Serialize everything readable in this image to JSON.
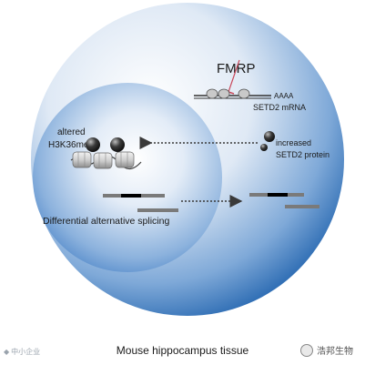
{
  "figure": {
    "caption": "Mouse hippocampus tissue",
    "regulator": "FMRP",
    "mrna": {
      "polyA": "AAAA",
      "label": "SETD2 mRNA"
    },
    "protein": {
      "line1": "increased",
      "line2": "SETD2 protein"
    },
    "nucleus": {
      "marks_line1": "altered",
      "marks_line2": "H3K36me3",
      "splicing_label": "Differential alternative splicing"
    }
  },
  "watermarks": {
    "left": "中小企业",
    "right": "浩邦生物"
  },
  "colors": {
    "cell_center": "#ffffff",
    "cell_edge": "#2e6db4",
    "nucleus_center": "#ffffff",
    "nucleus_edge": "#3f7cc4",
    "inhibit_arrow": "#c9485b",
    "exon_dark": "#000000",
    "exon_grey": "#7a7a7a"
  }
}
